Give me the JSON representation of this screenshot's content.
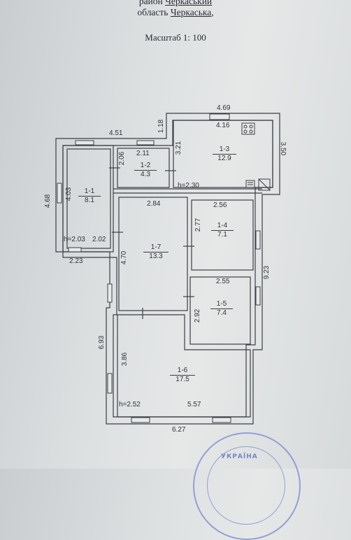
{
  "header": {
    "district_prefix": "район ",
    "district_name": "Черкаський",
    "region_prefix": "область ",
    "region_name": "Черкаська",
    "region_suffix": ",",
    "scale": "Масштаб 1: 100"
  },
  "rooms": [
    {
      "id": "1-1",
      "area": "8.1"
    },
    {
      "id": "1-2",
      "area": "4.3"
    },
    {
      "id": "1-3",
      "area": "12.9"
    },
    {
      "id": "1-4",
      "area": "7.1"
    },
    {
      "id": "1-5",
      "area": "7.4"
    },
    {
      "id": "1-6",
      "area": "17.5"
    },
    {
      "id": "1-7",
      "area": "13.3"
    }
  ],
  "dimensions": {
    "top_1_3": "4.69",
    "inner_1_3": "4.16",
    "top_left": "4.51",
    "offset_1_18": "1.18",
    "right_1_3": "3.50",
    "room_1_2_width": "2.11",
    "room_1_2_height": "2.06",
    "room_1_3_height": "3.21",
    "h_2_30": "h=2.30",
    "left_outer": "4.68",
    "room_1_1_height": "4.03",
    "h_2_03": "h=2.03",
    "room_1_1_width": "2.02",
    "bottom_left": "2.23",
    "room_1_7_width": "2.84",
    "room_1_7_height": "4.70",
    "room_1_4_width": "2.56",
    "room_1_4_height": "2.77",
    "right_outer": "9.23",
    "room_1_5_width": "2.55",
    "room_1_5_height": "2.92",
    "left_lower": "6.93",
    "room_1_6_height": "3.86",
    "h_2_52": "h=2.52",
    "room_1_6_width": "5.57",
    "bottom_outer": "6.27"
  },
  "stamp": {
    "text": "УКРАЇНА"
  }
}
